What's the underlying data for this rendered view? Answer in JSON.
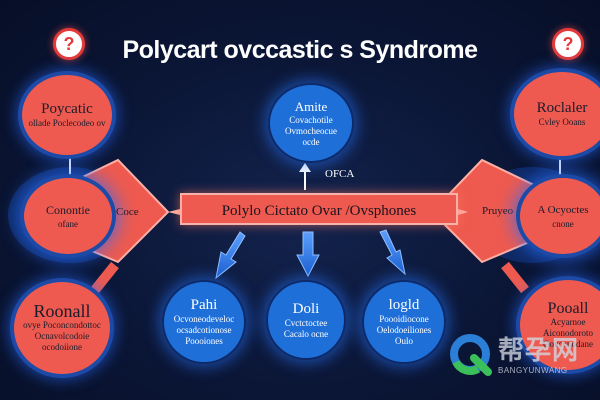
{
  "title": "Polycart ovccastic s Syndrome",
  "question_mark": "?",
  "center_bar": "Polylo Cictato Ovar /Ovsphones",
  "ofca_label": "OFCA",
  "nodes": {
    "top_center": {
      "head": "Amite",
      "sub": "Covachotile Ovmocheocue ocde"
    },
    "left_top": {
      "head": "Poycatic",
      "sub": "ollade Poclecodeo ov"
    },
    "left_mid": {
      "head": "Conontie",
      "sub": "ofane"
    },
    "left_diamond": {
      "head": "Coce"
    },
    "left_bottom": {
      "head": "Roonall",
      "sub": "ovye Poconcondottoc Ocnavolcodoie ocodoiione"
    },
    "right_top": {
      "head": "Roclaler",
      "sub": "Cvley Ooans"
    },
    "right_diamond": {
      "head": "Pruyeo"
    },
    "right_mid": {
      "head": "A Ocyoctes",
      "sub": "cnone"
    },
    "right_bottom": {
      "head": "Pooall",
      "sub": "Acyarnoe Aiconodoroto Oovconodane"
    },
    "bottom_1": {
      "head": "Pahi",
      "sub": "Ocvoneodeveloc ocsadcotionose Poooiones"
    },
    "bottom_2": {
      "head": "Doli",
      "sub": "Cvctctoctee Cacalo ocne"
    },
    "bottom_3": {
      "head": "logld",
      "sub": "Poooidiocone Oelodoeiliones Oulo"
    }
  },
  "watermark": {
    "text": "帮孕网",
    "sub": "BANGYUNWANG"
  },
  "colors": {
    "node_red": "#ee5a4f",
    "node_blue": "#1f6fd9",
    "background": "#0b1636",
    "glow_blue": "#2a6eff"
  }
}
